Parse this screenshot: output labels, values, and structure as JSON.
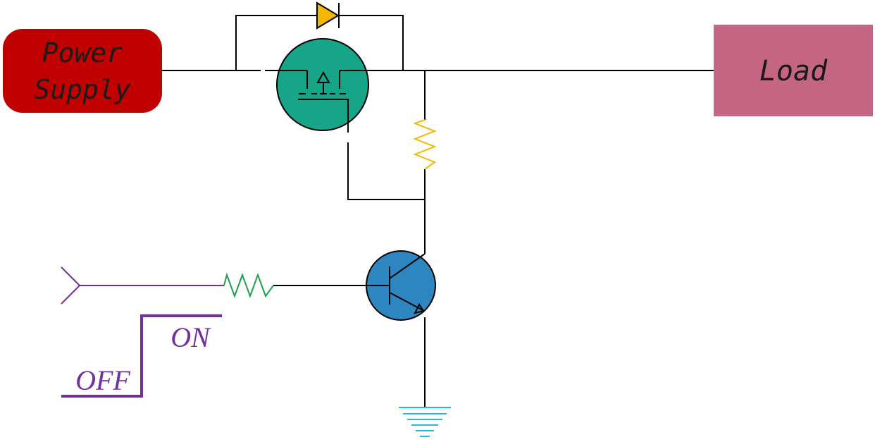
{
  "colors": {
    "wire": "#000000",
    "power_supply_fill": "#C00000",
    "load_fill": "#C36583",
    "mosfet_fill": "#17A589",
    "transistor_fill": "#2E86C1",
    "diode_fill": "#F5B800",
    "resistor_top": "#F5B800",
    "resistor_input": "#1E9E4A",
    "signal": "#7030A0",
    "ground": "#29B6E8",
    "label_text": "#1a1a1a"
  },
  "blocks": {
    "power_supply": {
      "line1": "Power",
      "line2": "Supply"
    },
    "load": {
      "label": "Load"
    }
  },
  "signal": {
    "on_label": "ON",
    "off_label": "OFF"
  },
  "components": {
    "diode_icon": "diode-icon",
    "mosfet_icon": "mosfet-icon",
    "npn_icon": "npn-transistor-icon",
    "resistor_icon": "resistor-icon",
    "ground_icon": "ground-icon",
    "input_icon": "input-arrow-icon"
  }
}
